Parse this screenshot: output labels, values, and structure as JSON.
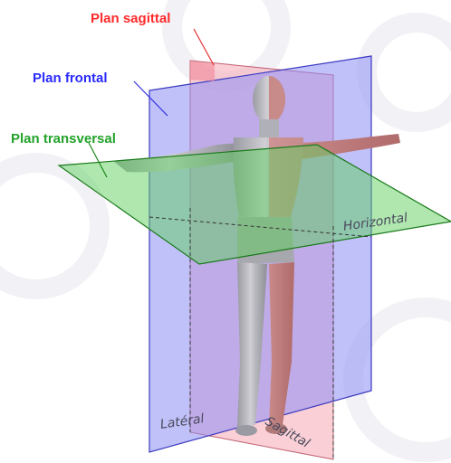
{
  "labels": {
    "sagittal_plane": "Plan sagittal",
    "frontal_plane": "Plan frontal",
    "transverse_plane": "Plan transversal"
  },
  "axes": {
    "horizontal": "Horizontal",
    "lateral": "Latéral",
    "sagittal": "Sagittal"
  },
  "colors": {
    "sagittal": "#ff2a2a",
    "frontal": "#2a2aff",
    "transverse": "#22a22a",
    "watermark": "#e8e8ee"
  }
}
